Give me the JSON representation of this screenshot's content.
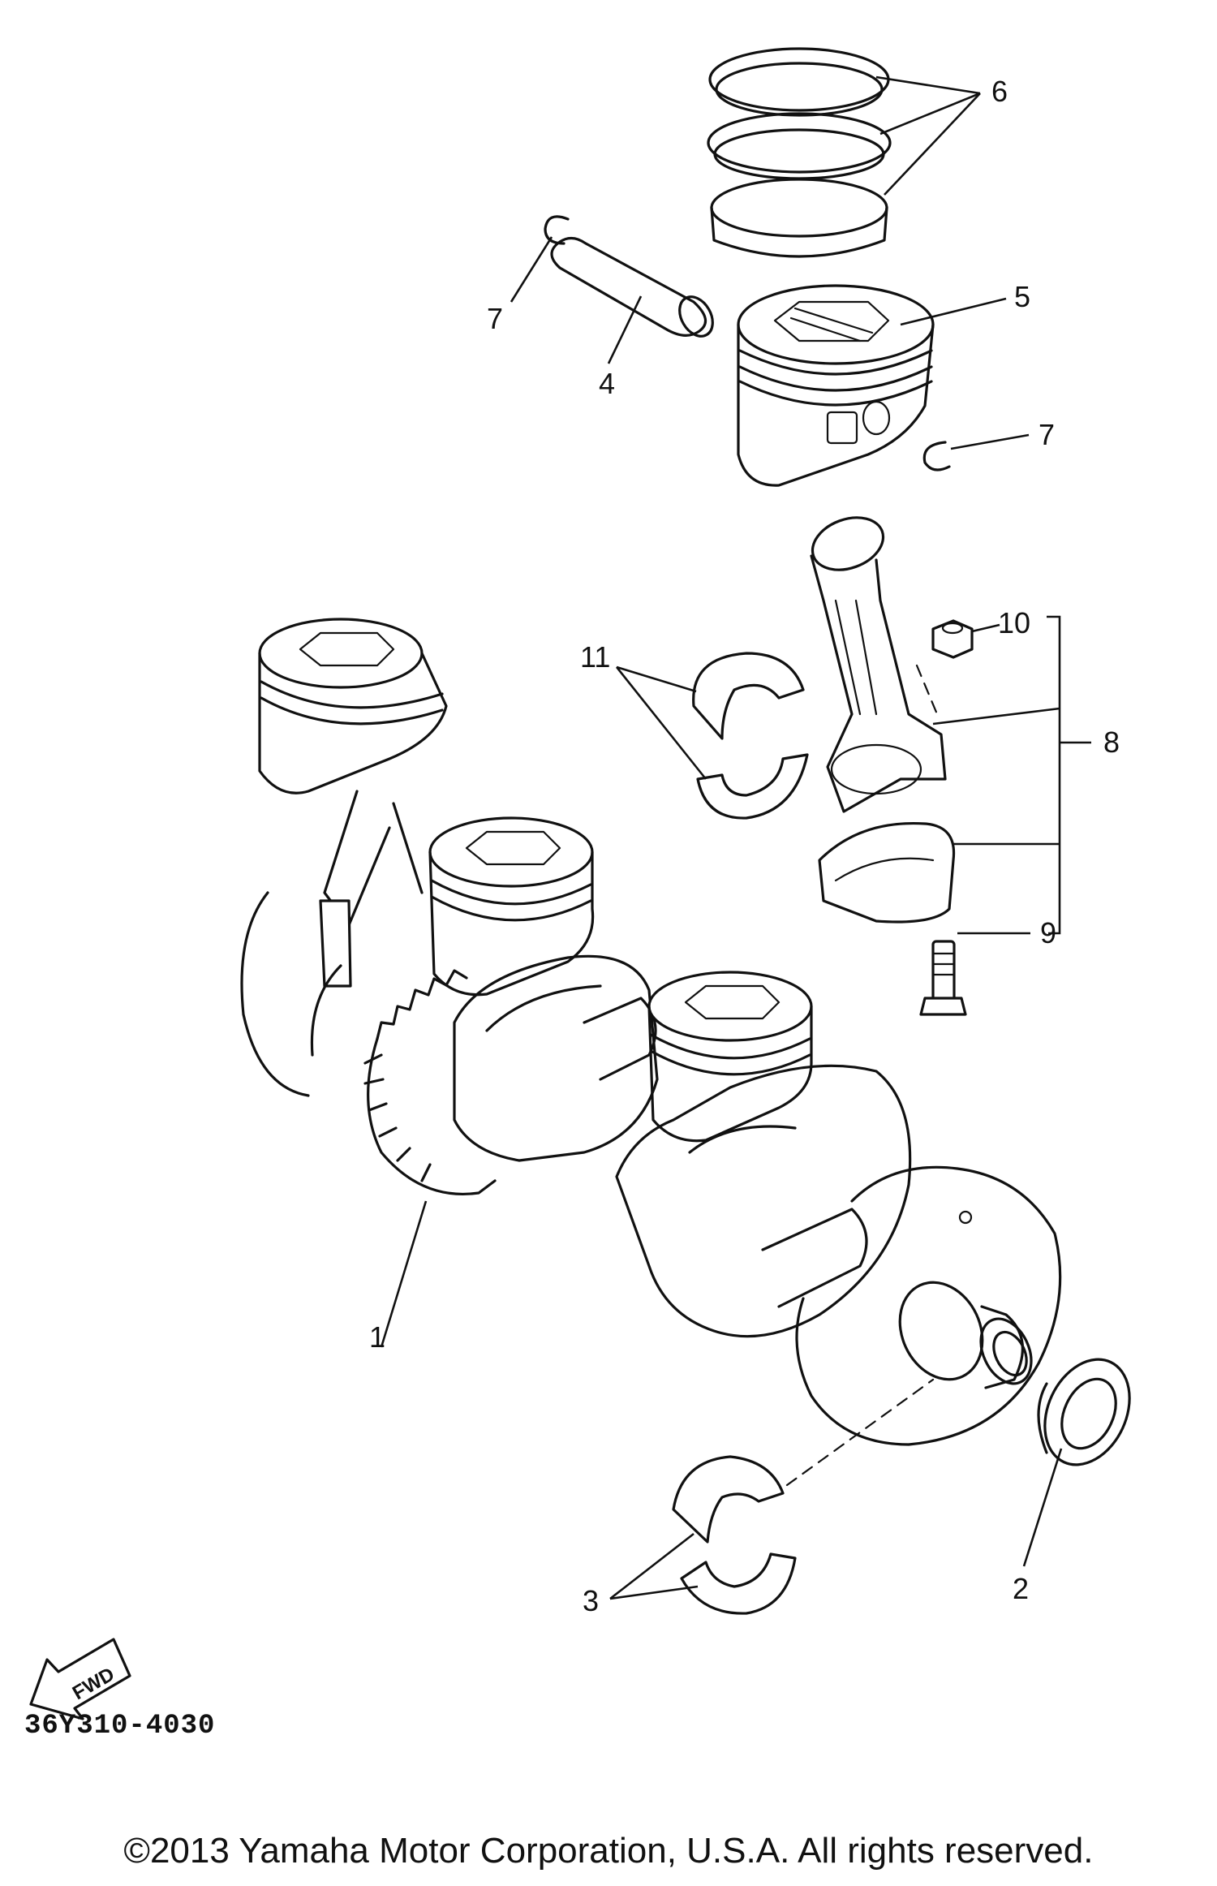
{
  "diagram": {
    "callouts": {
      "c1": "1",
      "c2": "2",
      "c3": "3",
      "c4": "4",
      "c5": "5",
      "c6": "6",
      "c7a": "7",
      "c7b": "7",
      "c8": "8",
      "c9": "9",
      "c10": "10",
      "c11": "11"
    },
    "fwd_label": "FWD",
    "drawing_code": "36Y310-4030"
  },
  "footer": {
    "copyright": "©2013 Yamaha Motor Corporation, U.S.A. All rights reserved."
  }
}
